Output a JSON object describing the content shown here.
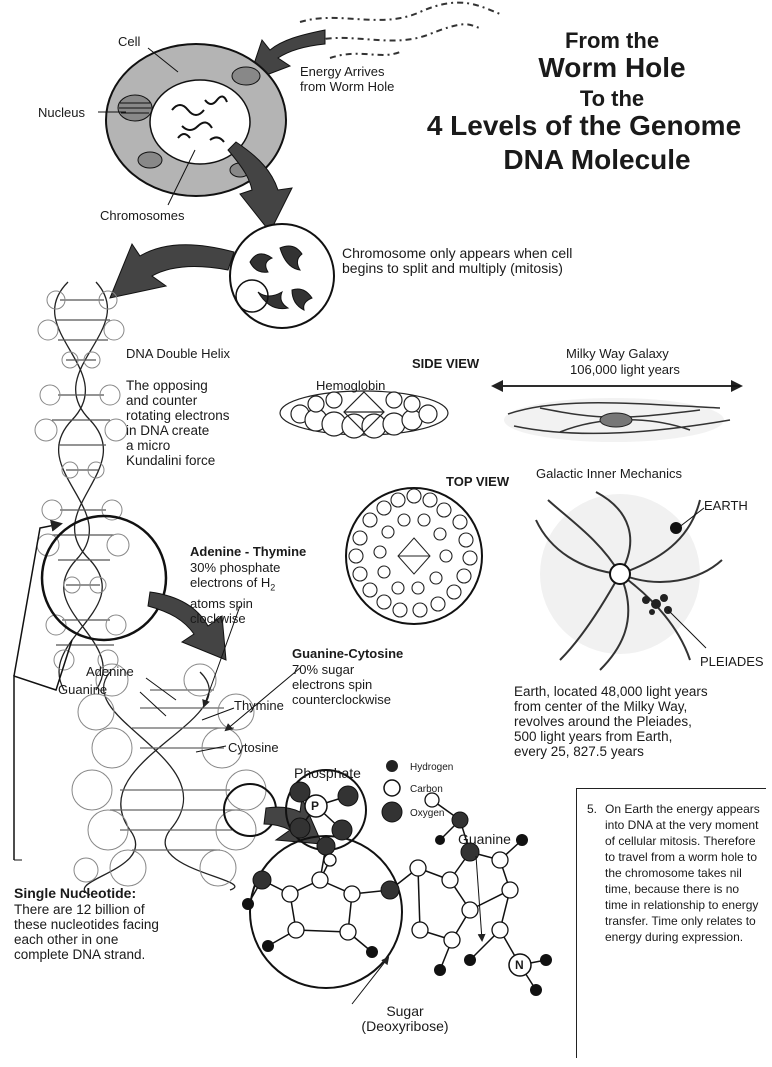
{
  "title": {
    "line1": "From the",
    "line2": "Worm Hole",
    "line3": "To the",
    "line4": "4 Levels of the Genome",
    "line5": "DNA Molecule"
  },
  "cell": {
    "cell": "Cell",
    "nucleus": "Nucleus",
    "chromosomes": "Chromosomes",
    "energy": "Energy Arrives\nfrom Worm Hole",
    "chromosome_note": "Chromosome only appears when cell\nbegins to split and multiply (mitosis)"
  },
  "dna": {
    "label": "DNA  Double Helix",
    "desc": "The opposing\nand counter\nrotating electrons\nin DNA create\na micro\nKundalini force"
  },
  "galaxy": {
    "side_view": "SIDE VIEW",
    "top_view": "TOP VIEW",
    "hemoglobin": "Hemoglobin",
    "milky_way": "Milky Way Galaxy",
    "distance": "106,000 light years",
    "mechanics": "Galactic Inner Mechanics",
    "earth": "EARTH",
    "pleiades": "PLEIADES",
    "earth_note": "Earth, located 48,000 light years\nfrom center of the Milky Way,\nrevolves around the Pleiades,\n500 light years from Earth,\nevery 25, 827.5 years"
  },
  "pairs": {
    "at_title": "Adenine - Thymine",
    "at_body": "30% phosphate\n  electrons of H",
    "at_sub": "2",
    "at_body2": "\n  atoms spin\n    clockwise",
    "gc_title": "Guanine-Cytosine",
    "gc_body": "70% sugar\nelectrons spin\ncounterclockwise",
    "adenine": "Adenine",
    "guanine": "Guanine",
    "thymine": "Thymine",
    "cytosine": "Cytosine"
  },
  "molecule": {
    "phosphate": "Phosphate",
    "p": "P",
    "n": "N",
    "guanine": "Guanine",
    "sugar": "Sugar\n(Deoxyribose)",
    "legend": {
      "hydrogen": "Hydrogen",
      "carbon": "Carbon",
      "oxygen": "Oxygen"
    }
  },
  "nucleotide": {
    "title": "Single Nucleotide:",
    "body": "There are 12 billion of\nthese nucleotides facing\neach other in one\ncomplete DNA strand."
  },
  "note": {
    "number": "5.",
    "text": "On Earth the energy appears into DNA at the very moment of cellular mitosis. Therefore to travel from a worm hole to the chromosome takes nil time, because there is no time in relationship to energy transfer. Time only relates to energy during expression."
  }
}
